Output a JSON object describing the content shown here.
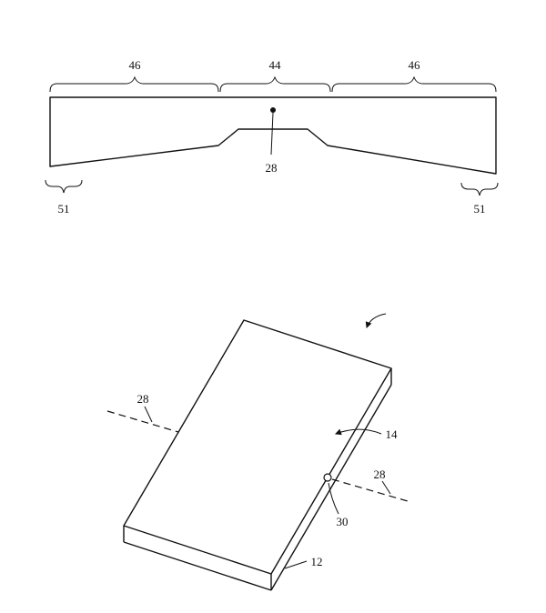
{
  "colors": {
    "line": "#111111",
    "background": "#ffffff"
  },
  "figure_top": {
    "labels": {
      "width_left": "46",
      "width_center": "44",
      "width_right": "46",
      "center_point": "28",
      "corner_left": "51",
      "corner_right": "51"
    }
  },
  "figure_bottom": {
    "labels": {
      "axis_upper_left": "28",
      "axis_lower_right": "28",
      "top_surface": "14",
      "opening": "30",
      "side_wall": "12"
    }
  }
}
